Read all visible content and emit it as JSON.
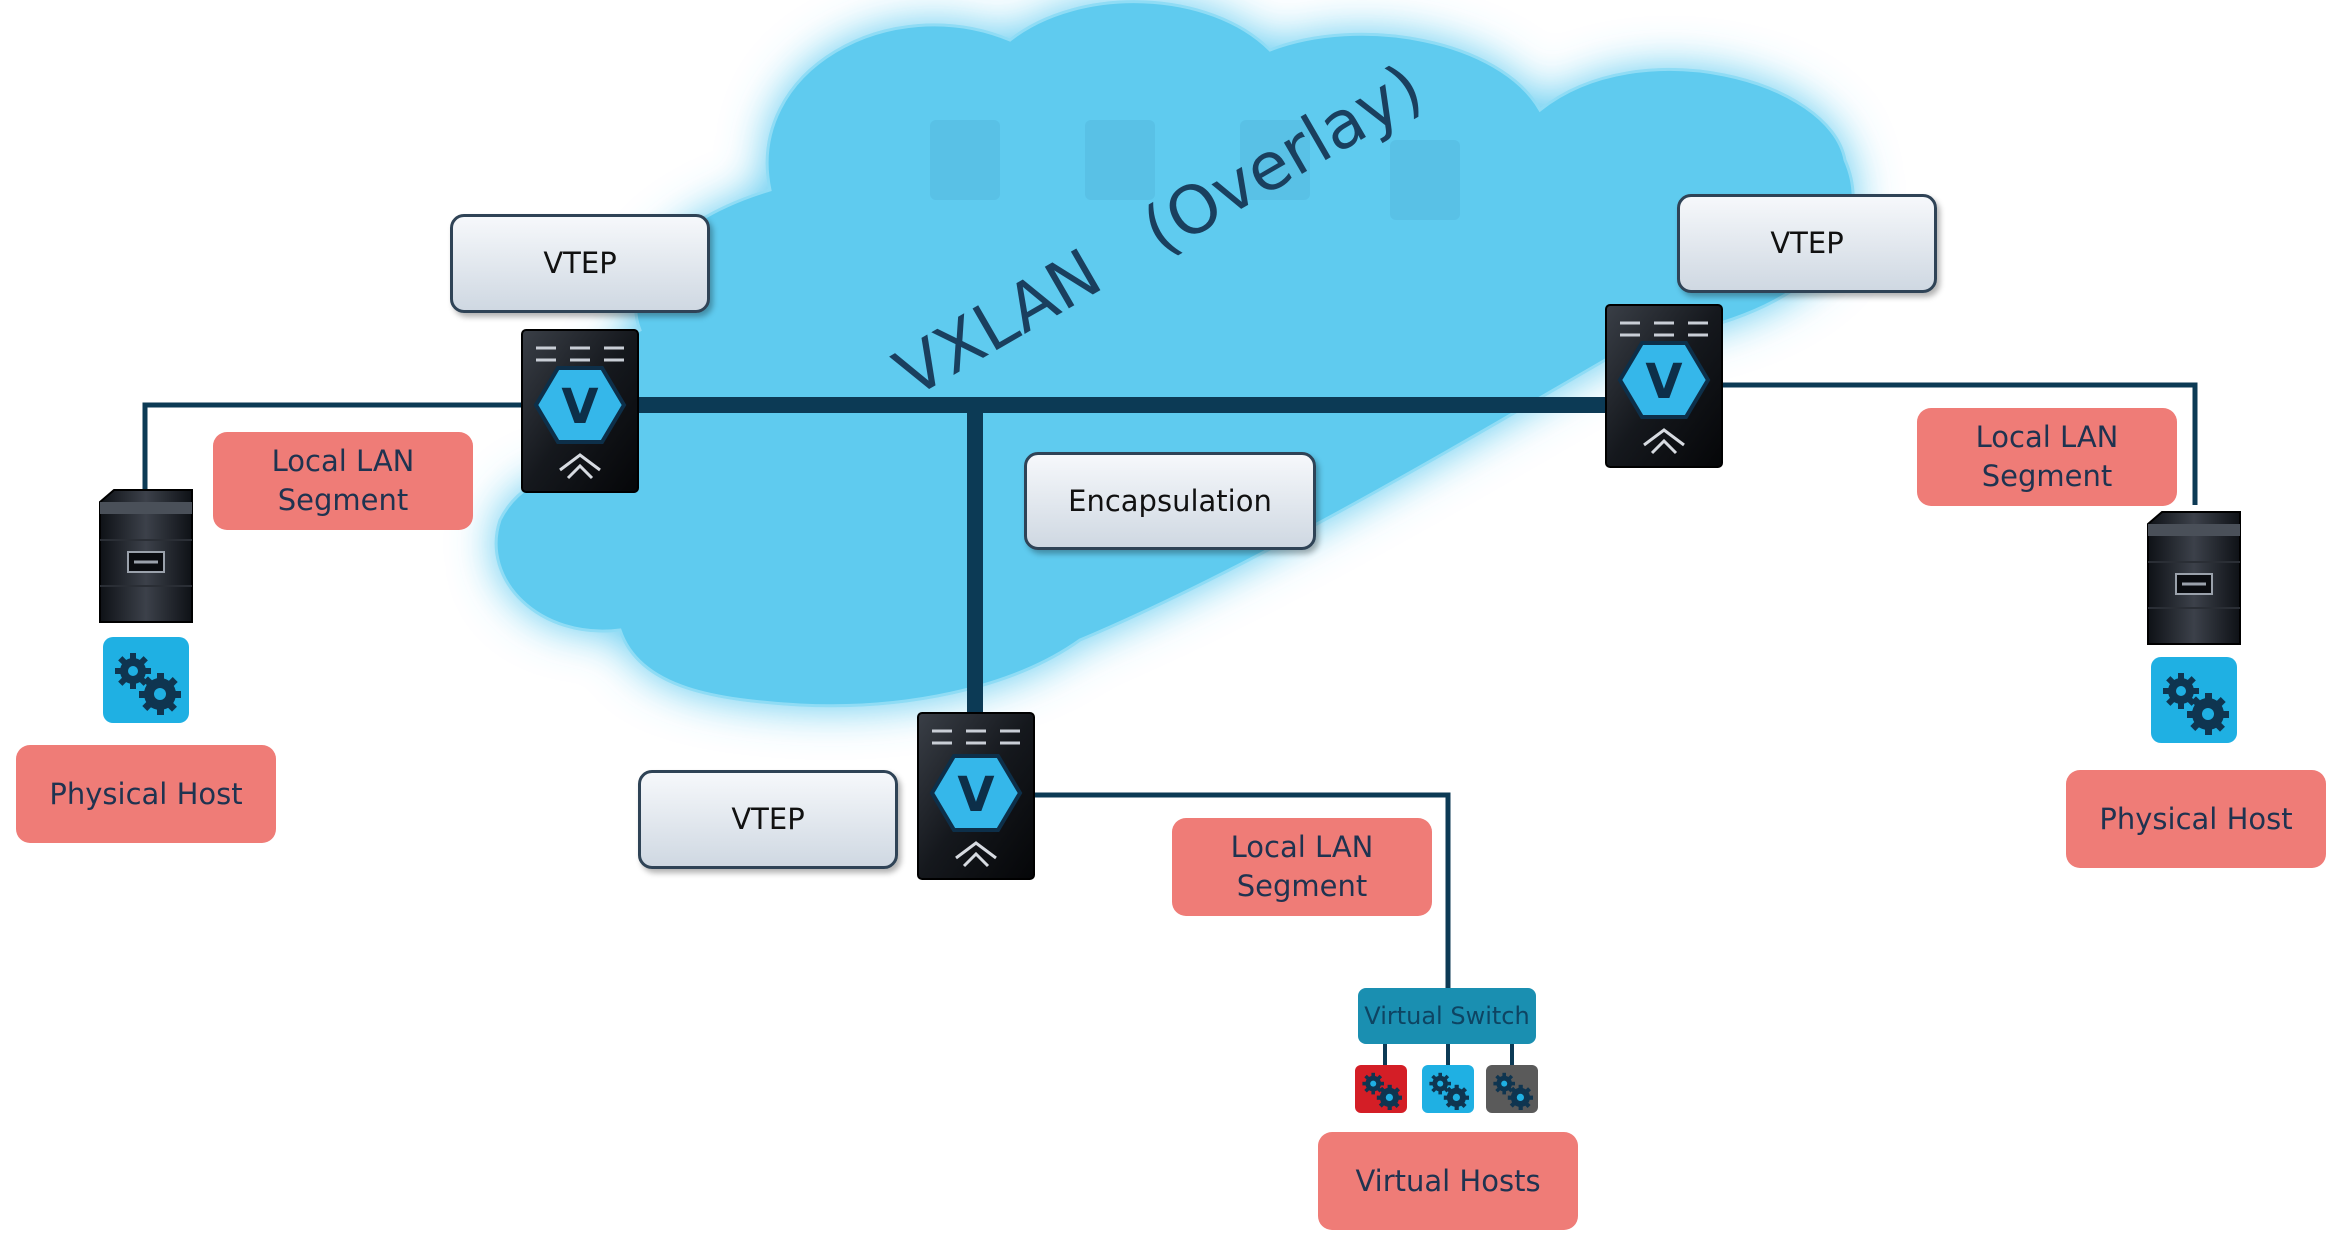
{
  "cloud": {
    "label": "VXLAN   (Overlay)"
  },
  "vteps": [
    {
      "label": "VTEP"
    },
    {
      "label": "VTEP"
    },
    {
      "label": "VTEP"
    }
  ],
  "encapsulation": {
    "label": "Encapsulation"
  },
  "segments": [
    {
      "label": "Local LAN\nSegment"
    },
    {
      "label": "Local LAN\nSegment"
    },
    {
      "label": "Local LAN\nSegment"
    }
  ],
  "hosts": {
    "left": "Physical Host",
    "right": "Physical Host",
    "virtual": "Virtual Hosts"
  },
  "virtual_switch": {
    "label": "Virtual Switch"
  },
  "icons": {
    "switch": "vtep-switch-icon",
    "server": "server-icon",
    "app": "gears-icon"
  },
  "colors": {
    "cloud": "#5ecbef",
    "label_red": "#ef7c77",
    "line": "#0c3a55",
    "vm_red": "#d41e26",
    "vm_blue": "#1fb0e3",
    "vm_gray": "#5a5a5a"
  }
}
